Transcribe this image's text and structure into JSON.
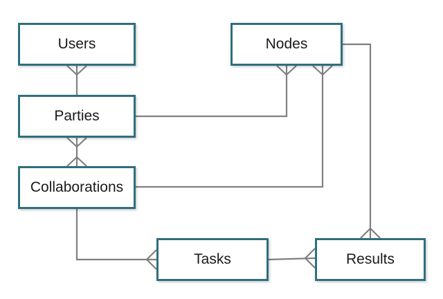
{
  "diagram": {
    "type": "entity-relationship",
    "entities": {
      "users": "Users",
      "nodes": "Nodes",
      "parties": "Parties",
      "collaborations": "Collaborations",
      "tasks": "Tasks",
      "results": "Results"
    },
    "relationships": [
      {
        "from": "Users",
        "to": "Parties",
        "many_end": "Users"
      },
      {
        "from": "Parties",
        "to": "Collaborations",
        "many_end": "both"
      },
      {
        "from": "Parties",
        "to": "Nodes",
        "many_end": "Nodes"
      },
      {
        "from": "Collaborations",
        "to": "Nodes",
        "many_end": "Nodes"
      },
      {
        "from": "Collaborations",
        "to": "Tasks",
        "many_end": "Tasks"
      },
      {
        "from": "Tasks",
        "to": "Results",
        "many_end": "Results"
      },
      {
        "from": "Nodes",
        "to": "Results",
        "many_end": "Results"
      }
    ],
    "colors": {
      "entity_border": "#2e6f7e",
      "connector": "#7f7f7f"
    }
  }
}
